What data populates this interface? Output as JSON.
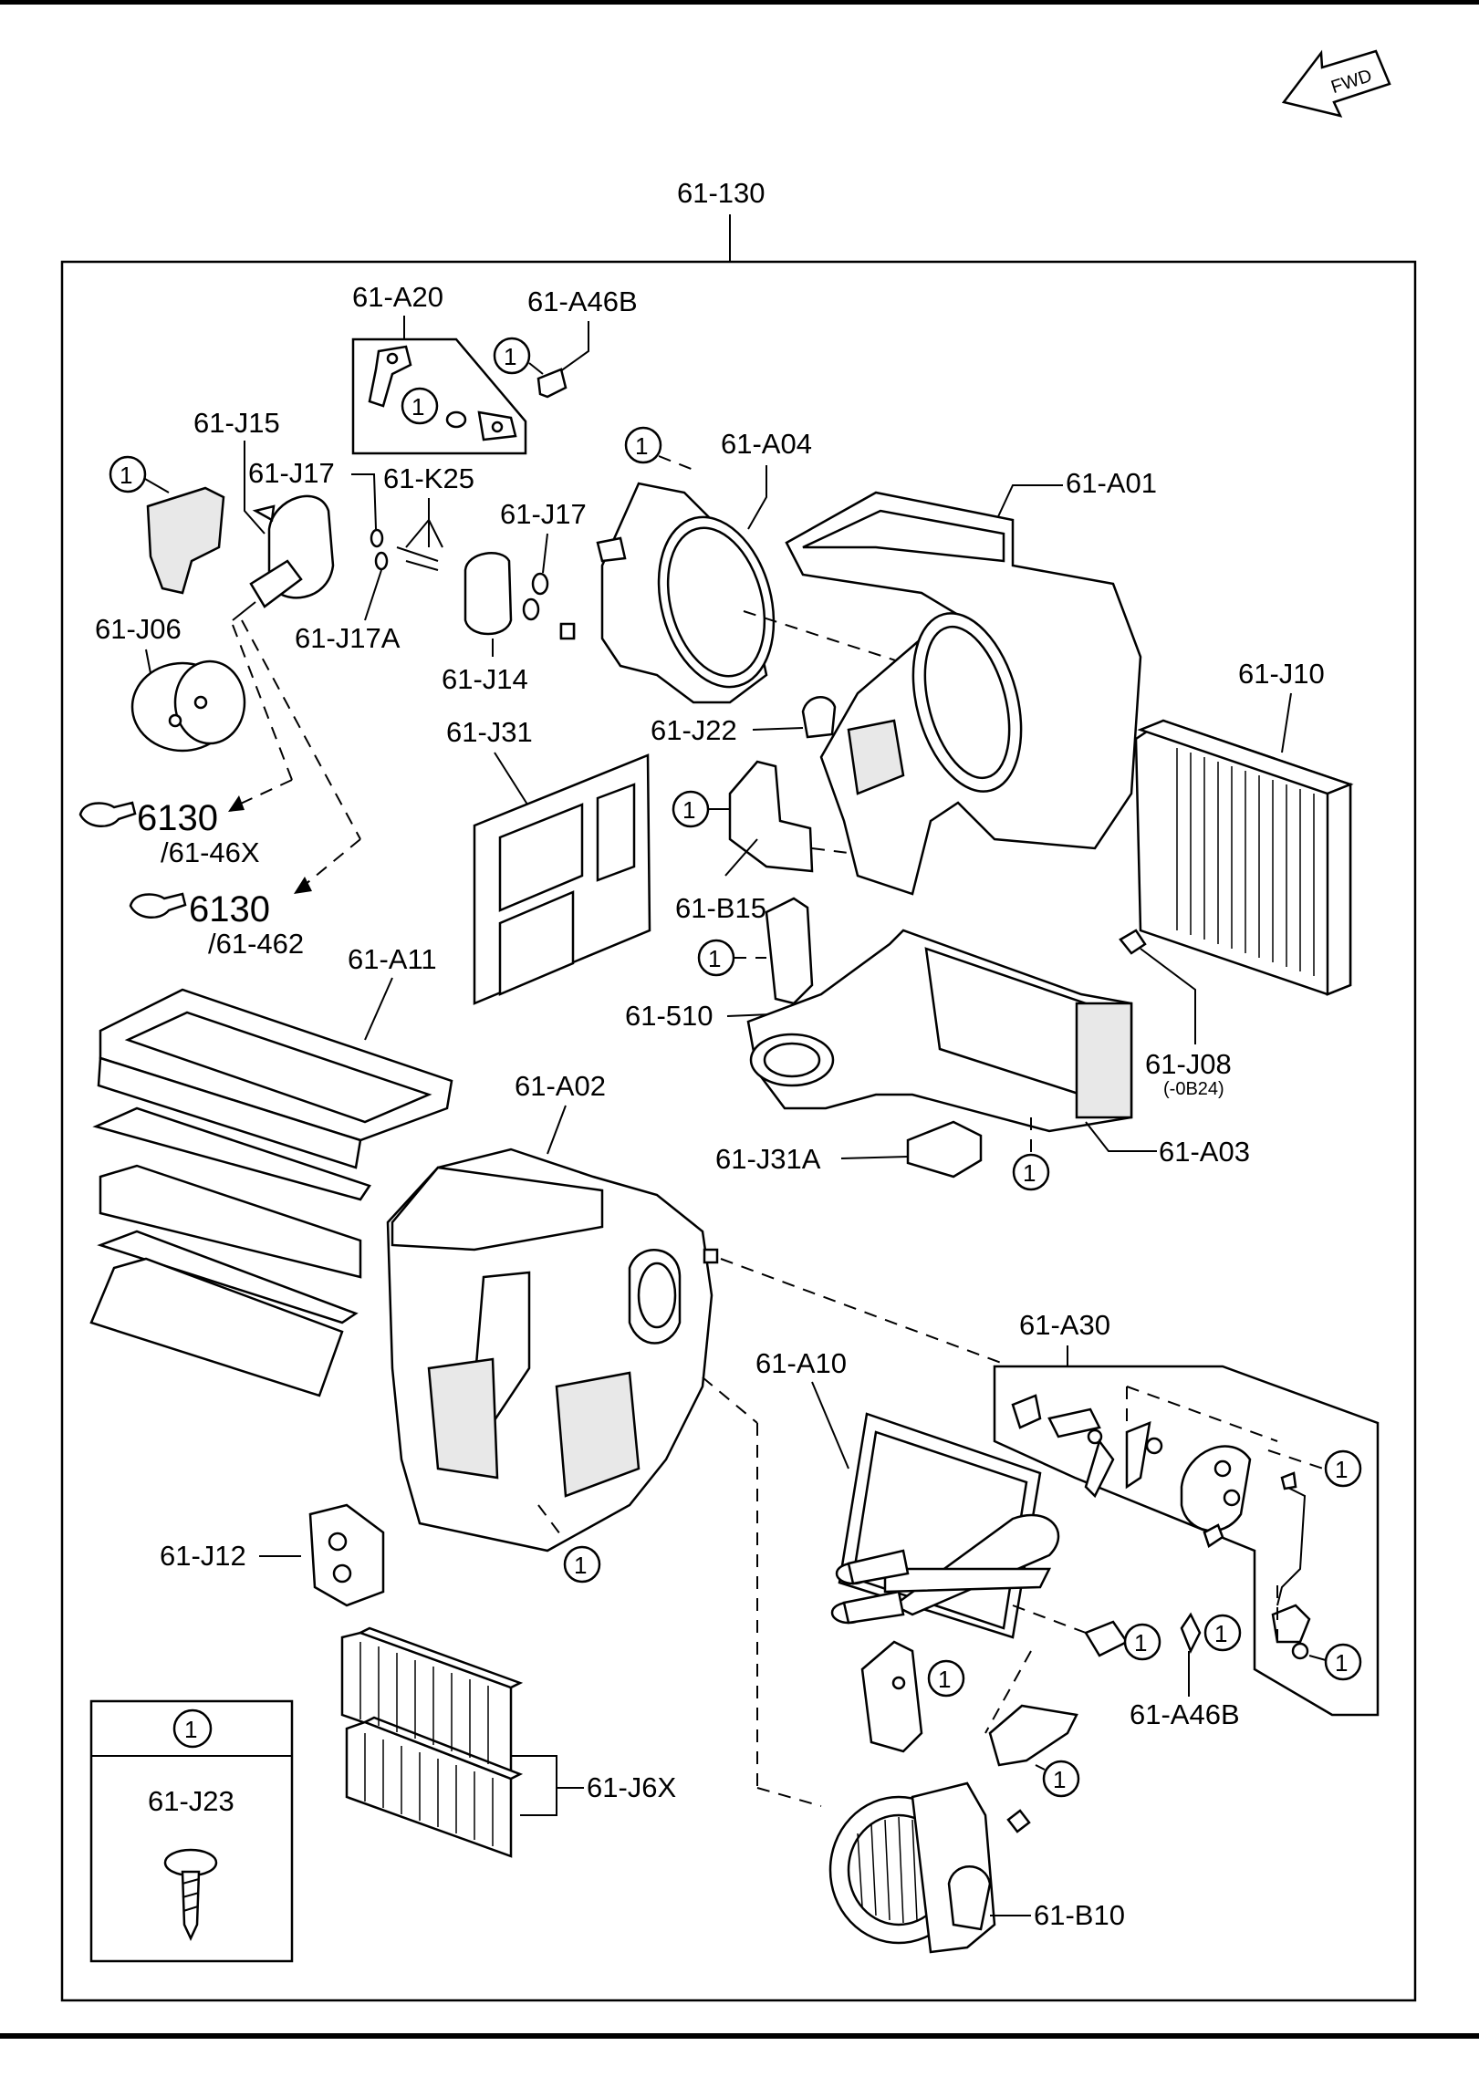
{
  "orientation": {
    "label": "FWD"
  },
  "assembly": {
    "label": "61-130"
  },
  "legend": {
    "symbol": "1",
    "part": "61-J23"
  },
  "callout_symbol": "1",
  "references": [
    {
      "page": "6130",
      "sub": "/61-46X"
    },
    {
      "page": "6130",
      "sub": "/61-462"
    }
  ],
  "labels": {
    "a20": "61-A20",
    "a46b_top": "61-A46B",
    "j15": "61-J15",
    "j17": "61-J17",
    "k25": "61-K25",
    "j17_b": "61-J17",
    "j17a": "61-J17A",
    "j14": "61-J14",
    "j06": "61-J06",
    "a04": "61-A04",
    "a01": "61-A01",
    "j10": "61-J10",
    "j22": "61-J22",
    "j31": "61-J31",
    "b15": "61-B15",
    "s510": "61-510",
    "j08": "61-J08",
    "j08_note": "(-0B24)",
    "a11": "61-A11",
    "a02": "61-A02",
    "a03": "61-A03",
    "j31a": "61-J31A",
    "a30": "61-A30",
    "a10": "61-A10",
    "j12": "61-J12",
    "a46b_bottom": "61-A46B",
    "j6x": "61-J6X",
    "b10": "61-B10"
  }
}
